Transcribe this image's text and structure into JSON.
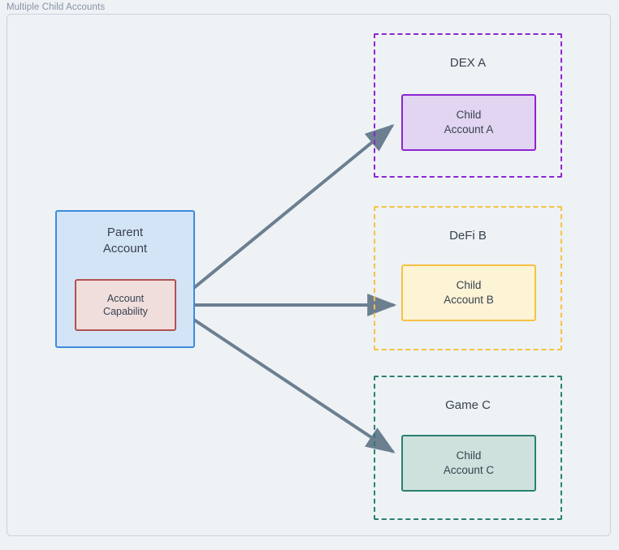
{
  "frame": {
    "title": "Multiple Child Accounts"
  },
  "nodes": {
    "parent_account": {
      "line1": "Parent",
      "line2": "Account",
      "fill": "#d4e4f7",
      "stroke": "#3d8bdf"
    },
    "account_capability": {
      "line1": "Account",
      "line2": "Capability",
      "fill": "#f0dedd",
      "stroke": "#b05050"
    },
    "child_a": {
      "line1": "Child",
      "line2": "Account A",
      "fill": "#e1d5f2",
      "stroke": "#8e24d0"
    },
    "child_b": {
      "line1": "Child",
      "line2": "Account B",
      "fill": "#fdf3d5",
      "stroke": "#f5c242"
    },
    "child_c": {
      "line1": "Child",
      "line2": "Account C",
      "fill": "#cfe1dd",
      "stroke": "#2a8070"
    }
  },
  "groups": {
    "dex": {
      "title": "DEX A",
      "stroke": "#8e24d0",
      "style": "dashed"
    },
    "defi": {
      "title": "DeFi B",
      "stroke": "#f5c242",
      "style": "dashed"
    },
    "game": {
      "title": "Game C",
      "stroke": "#2a8070",
      "style": "dashed"
    }
  },
  "edges": [
    {
      "name": "capability-to-child-a",
      "from": "account_capability",
      "to": "child_a",
      "label": ""
    },
    {
      "name": "capability-to-child-b",
      "from": "account_capability",
      "to": "child_b",
      "label": ""
    },
    {
      "name": "capability-to-child-c",
      "from": "account_capability",
      "to": "child_c",
      "label": ""
    }
  ],
  "colors": {
    "background": "#eef2f5",
    "canvas_border": "#c8d2dc",
    "edge": "#6b7f91",
    "text": "#384250",
    "title_text": "#8793a4"
  }
}
